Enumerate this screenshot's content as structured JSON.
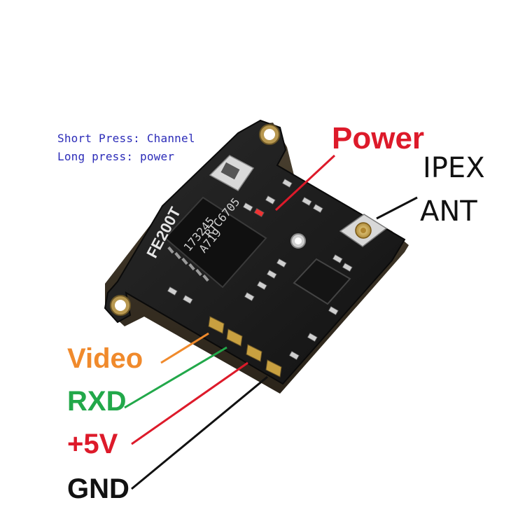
{
  "hint": {
    "line1": "Short Press: Channel",
    "line2": "Long press: power"
  },
  "labels": {
    "power": "Power",
    "ipex": "IPEX",
    "ant": "ANT",
    "video": "Video",
    "rxd": "RXD",
    "v5": "+5V",
    "gnd": "GND"
  },
  "board": {
    "silkscreen": "FE200T",
    "chip_main": [
      "RTC6705",
      "A719",
      "173245"
    ],
    "pads": [
      "",
      "",
      "",
      ""
    ]
  },
  "colors": {
    "power": "#dd1a2a",
    "video": "#f08a2c",
    "rxd": "#22a84a",
    "v5": "#dd1a2a",
    "gnd": "#111111",
    "hint": "#2b2bb8",
    "pcb": "#1c1c1c",
    "gold": "#c8a040"
  }
}
